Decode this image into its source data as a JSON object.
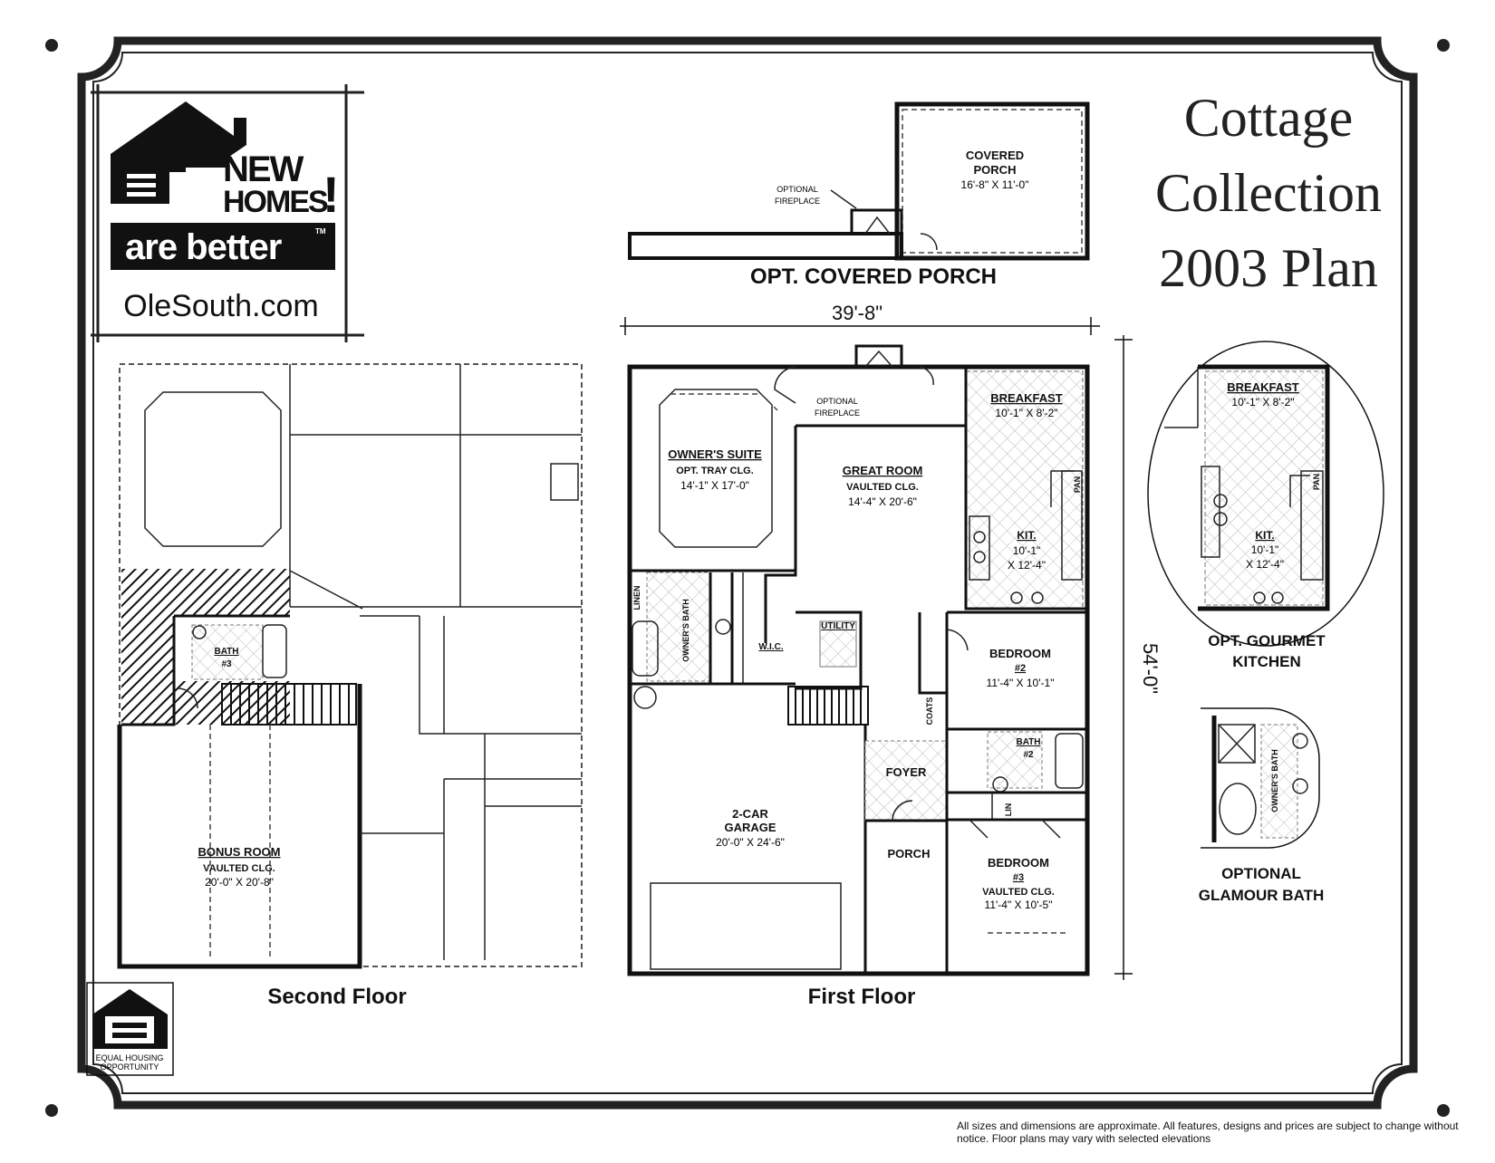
{
  "brand": {
    "logo_line1": "NEW",
    "logo_line2": "HOMES",
    "logo_exclaim": "!",
    "logo_tagline": "are better",
    "logo_tm": "TM",
    "website": "OleSouth.com"
  },
  "title": {
    "line1": "Cottage",
    "line2": "Collection",
    "line3": "2003 Plan"
  },
  "porch_option": {
    "caption": "OPT. COVERED PORCH",
    "room_name_1": "COVERED",
    "room_name_2": "PORCH",
    "room_size": "16'-8\" X 11'-0\"",
    "fireplace_1": "OPTIONAL",
    "fireplace_2": "FIREPLACE"
  },
  "first_floor": {
    "caption": "First Floor",
    "width_dim": "39'-8\"",
    "depth_dim": "54'-0\"",
    "fireplace_1": "OPTIONAL",
    "fireplace_2": "FIREPLACE",
    "owners_suite": {
      "name": "OWNER'S SUITE",
      "ceiling": "OPT. TRAY CLG.",
      "size": "14'-1\" X 17'-0\""
    },
    "great_room": {
      "name": "GREAT ROOM",
      "ceiling": "VAULTED CLG.",
      "size": "14'-4\" X 20'-6\""
    },
    "breakfast": {
      "name": "BREAKFAST",
      "size": "10'-1\" X 8'-2\""
    },
    "kitchen": {
      "name": "KIT.",
      "size_1": "10'-1\"",
      "size_2": "X 12'-4\""
    },
    "pan": "PAN",
    "linen": "LINEN",
    "owners_bath": "OWNER'S BATH",
    "wic": "W.I.C.",
    "utility": "UTILITY",
    "coats": "COATS",
    "bedroom2": {
      "name": "BEDROOM",
      "number": "#2",
      "size": "11'-4\" X 10'-1\""
    },
    "bath2": {
      "name": "BATH",
      "number": "#2"
    },
    "lin": "LIN",
    "foyer": "FOYER",
    "garage": {
      "name_1": "2-CAR",
      "name_2": "GARAGE",
      "size": "20'-0\" X 24'-6\""
    },
    "porch": "PORCH",
    "bedroom3": {
      "name": "BEDROOM",
      "number": "#3",
      "ceiling": "VAULTED CLG.",
      "size": "11'-4\" X 10'-5\""
    }
  },
  "second_floor": {
    "caption": "Second Floor",
    "bath": {
      "name": "BATH",
      "number": "#3"
    },
    "bonus_room": {
      "name": "BONUS ROOM",
      "ceiling": "VAULTED CLG.",
      "size": "20'-0\" X 20'-8\""
    }
  },
  "gourmet_kitchen": {
    "caption_1": "OPT. GOURMET",
    "caption_2": "KITCHEN",
    "breakfast": {
      "name": "BREAKFAST",
      "size": "10'-1\" X 8'-2\""
    },
    "kitchen": {
      "name": "KIT.",
      "size_1": "10'-1\"",
      "size_2": "X 12'-4\""
    },
    "pan": "PAN"
  },
  "glamour_bath": {
    "caption_1": "OPTIONAL",
    "caption_2": "GLAMOUR BATH",
    "owners_bath": "OWNER'S BATH"
  },
  "equal_housing": {
    "line1": "EQUAL HOUSING",
    "line2": "OPPORTUNITY"
  },
  "disclaimer": "All sizes and dimensions are approximate. All features, designs and prices are subject to change without notice.  Floor plans may vary with selected elevations"
}
